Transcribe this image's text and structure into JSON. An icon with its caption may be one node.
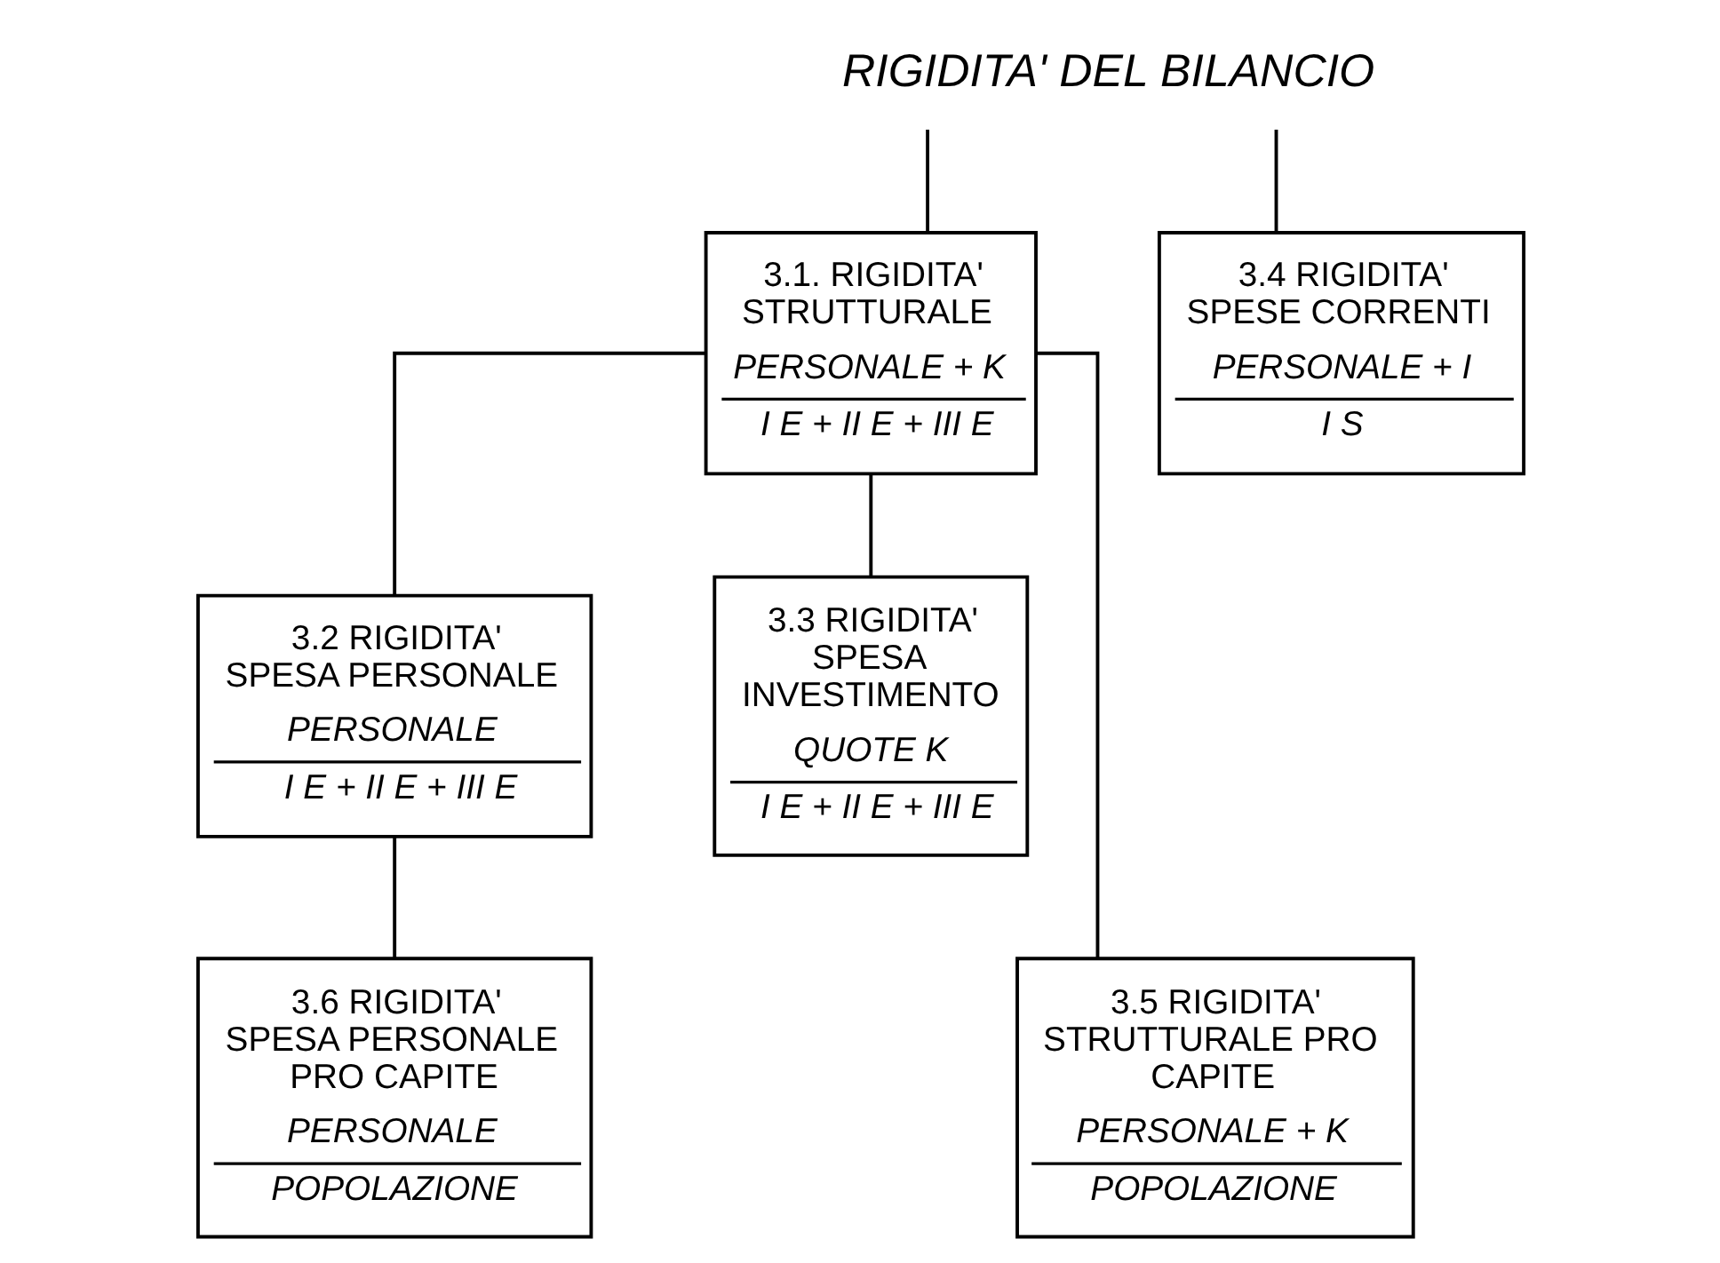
{
  "diagram": {
    "nodes": [
      {
        "text": [
          "RIGIDITA' DEL BILANCIO"
        ]
      },
      {
        "text": [
          "3.1. RIGIDITA' STRUTTURALE",
          "PERSONALE + K",
          "I E + II E + III E"
        ]
      },
      {
        "text": [
          "3.4 RIGIDITA' SPESE CORRENTI",
          "PERSONALE + I",
          "I S"
        ]
      },
      {
        "text": [
          "3.2 RIGIDITA' SPESA PERSONALE",
          "PERSONALE",
          "I E + II E + III E"
        ]
      },
      {
        "text": [
          "3.3 RIGIDITA' SPESA INVESTIMENTO",
          "QUOTE K",
          "I E + II E + III E"
        ]
      },
      {
        "text": [
          "3.6 RIGIDITA' SPESA PERSONALE PRO CAPITE",
          "PERSONALE",
          "POPOLAZIONE"
        ]
      },
      {
        "text": [
          "3.5 RIGIDITA' STRUTTURALE PRO CAPITE",
          "PERSONALE + K",
          "POPOLAZIONE"
        ]
      }
    ],
    "edges": [
      {
        "from": 0,
        "to": 1,
        "arrow": "none"
      },
      {
        "from": 0,
        "to": 2,
        "arrow": "none"
      },
      {
        "from": 1,
        "to": 3,
        "arrow": "none"
      },
      {
        "from": 1,
        "to": 6,
        "arrow": "none"
      },
      {
        "from": 1,
        "to": 4,
        "arrow": "none"
      },
      {
        "from": 3,
        "to": 5,
        "arrow": "none"
      }
    ]
  }
}
